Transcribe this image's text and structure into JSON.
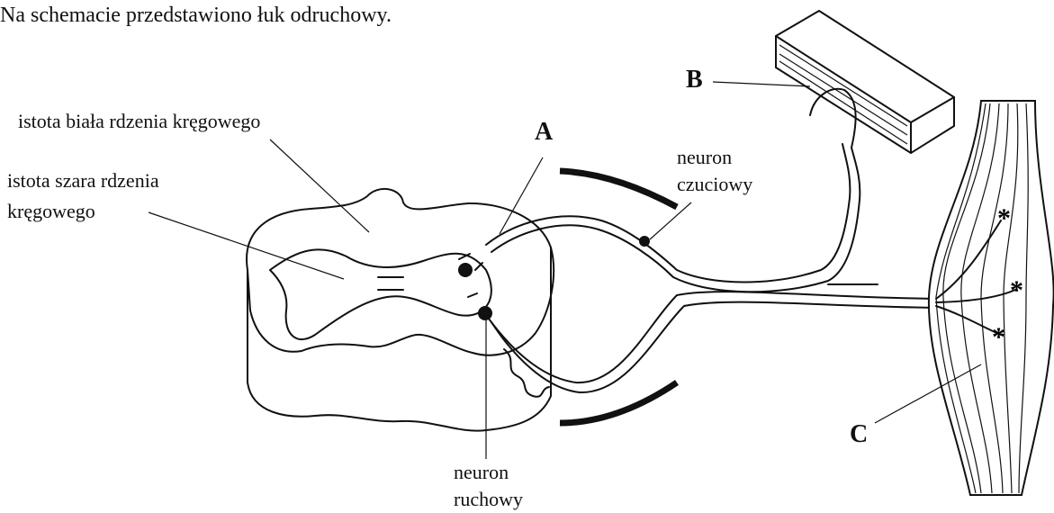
{
  "caption": "Na schemacie przedstawiono łuk odruchowy.",
  "labels": {
    "white_matter": "istota biała rdzenia kręgowego",
    "gray_matter_line1": "istota szara rdzenia",
    "gray_matter_line2": "kręgowego",
    "sensory_line1": "neuron",
    "sensory_line2": "czuciowy",
    "motor_line1": "neuron",
    "motor_line2": "ruchowy",
    "A": "A",
    "B": "B",
    "C": "C"
  }
}
